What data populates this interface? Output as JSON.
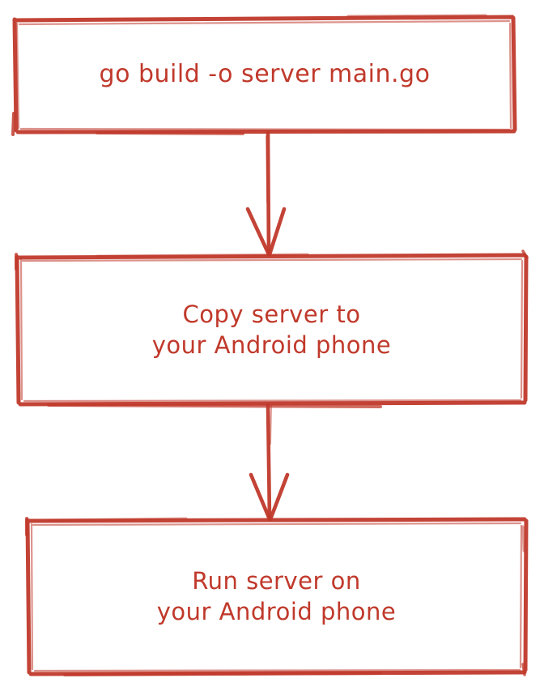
{
  "diagram": {
    "type": "flowchart",
    "style": "hand-drawn-sketch",
    "orientation": "vertical-top-to-bottom",
    "background_color": "#ffffff",
    "stroke_color": "#c0392b",
    "text_color": "#c0392b",
    "nodes": [
      {
        "id": "box-1",
        "shape": "rectangle",
        "lines": [
          "go build -o server main.go"
        ],
        "text": "go build -o server main.go"
      },
      {
        "id": "box-2",
        "shape": "rectangle",
        "lines": [
          "Copy server to",
          "your Android phone"
        ],
        "text": "Copy server to your Android phone"
      },
      {
        "id": "box-3",
        "shape": "rectangle",
        "lines": [
          "Run server on",
          "your Android phone"
        ],
        "text": "Run server on your Android phone"
      }
    ],
    "connectors": [
      {
        "id": "arrow-1",
        "from": "box-1",
        "to": "box-2",
        "label": "",
        "arrowhead": "open-v"
      },
      {
        "id": "arrow-2",
        "from": "box-2",
        "to": "box-3",
        "label": "",
        "arrowhead": "open-v"
      }
    ]
  }
}
